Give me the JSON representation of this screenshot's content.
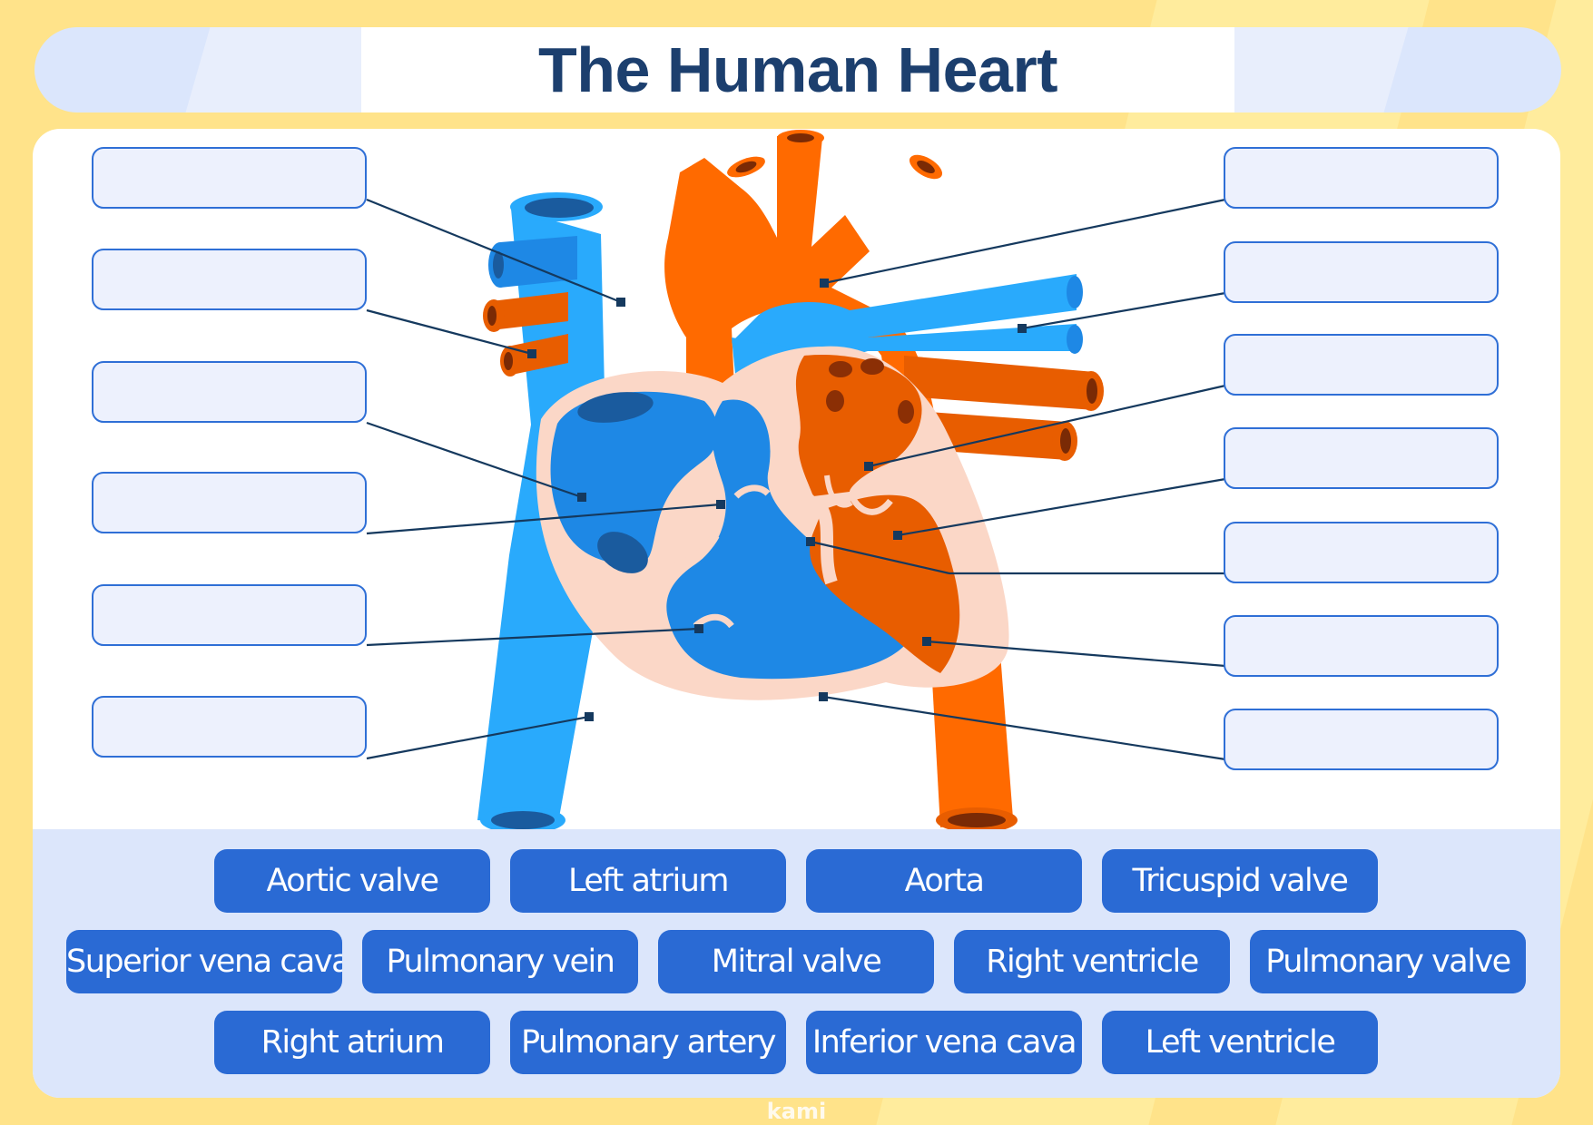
{
  "worksheet": {
    "title": "The Human Heart",
    "watermark": "kami"
  },
  "word_bank": [
    "Aortic valve",
    "Left atrium",
    "Aorta",
    "Tricuspid valve",
    "Superior vena cava",
    "Pulmonary vein",
    "Mitral valve",
    "Right ventricle",
    "Pulmonary valve",
    "Right atrium",
    "Pulmonary artery",
    "Inferior vena cava",
    "Left ventricle"
  ],
  "label_boxes": {
    "left_count": 6,
    "right_count": 7,
    "values": [
      "",
      "",
      "",
      "",
      "",
      "",
      "",
      "",
      "",
      "",
      "",
      "",
      ""
    ]
  },
  "colors": {
    "background": "#ffe38a",
    "title_text": "#1c3f6e",
    "box_border": "#2f6fd6",
    "box_fill": "#edf1fd",
    "chip": "#2a6ad4",
    "vein_blue": "#29aafc",
    "chamber_blue": "#1e88e5",
    "artery_orange": "#ff6a00",
    "chamber_orange": "#e85d00",
    "muscle_pink": "#fbd7c7",
    "leader_line": "#15395e"
  }
}
